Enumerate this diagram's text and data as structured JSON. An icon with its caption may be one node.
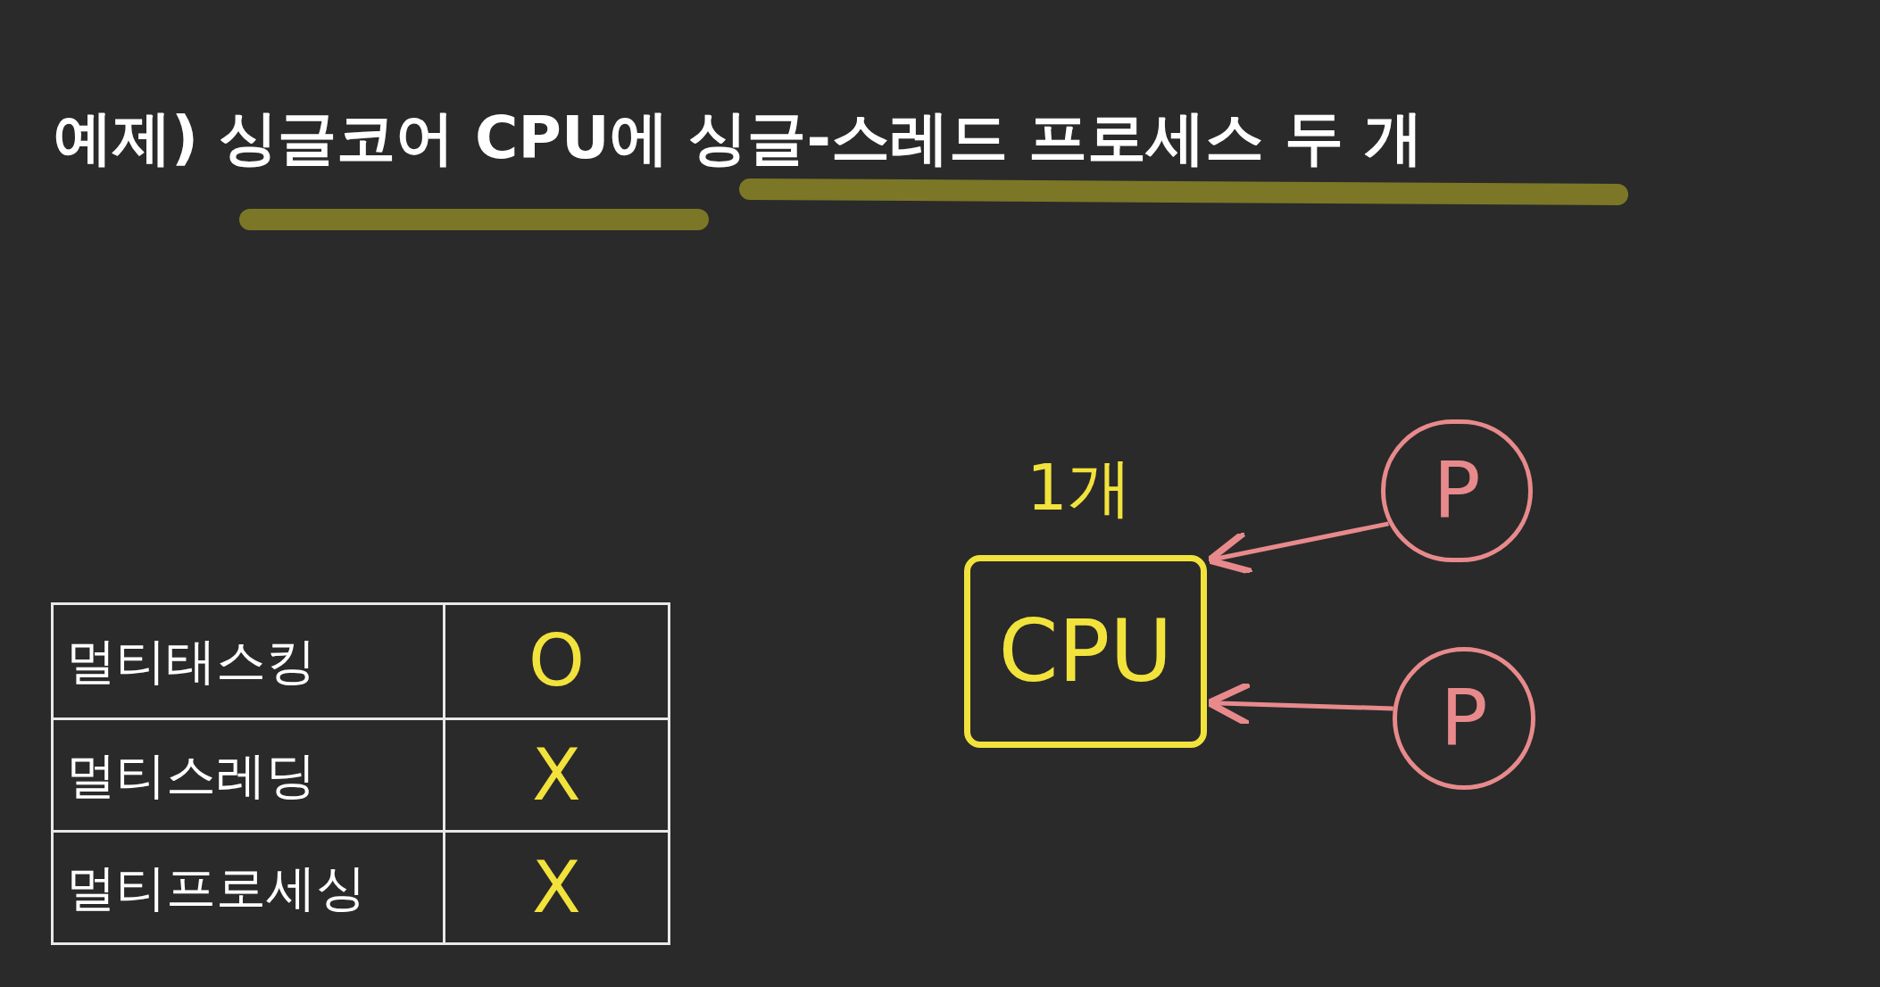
{
  "diagram": {
    "title": "예제) 싱글코어 CPU에 싱글-스레드 프로세스 두 개",
    "nodes": [
      {
        "text": [
          "CPU"
        ],
        "beside": [
          "1개"
        ]
      },
      {
        "text": [
          "P"
        ]
      },
      {
        "text": [
          "P"
        ]
      }
    ],
    "edges": [
      {
        "from": 1,
        "to": 0,
        "arrow": "to"
      },
      {
        "from": 2,
        "to": 0,
        "arrow": "to"
      }
    ],
    "labels": [
      "멀티태스킹",
      "O",
      "멀티스레딩",
      "X",
      "멀티프로세싱",
      "X"
    ]
  }
}
